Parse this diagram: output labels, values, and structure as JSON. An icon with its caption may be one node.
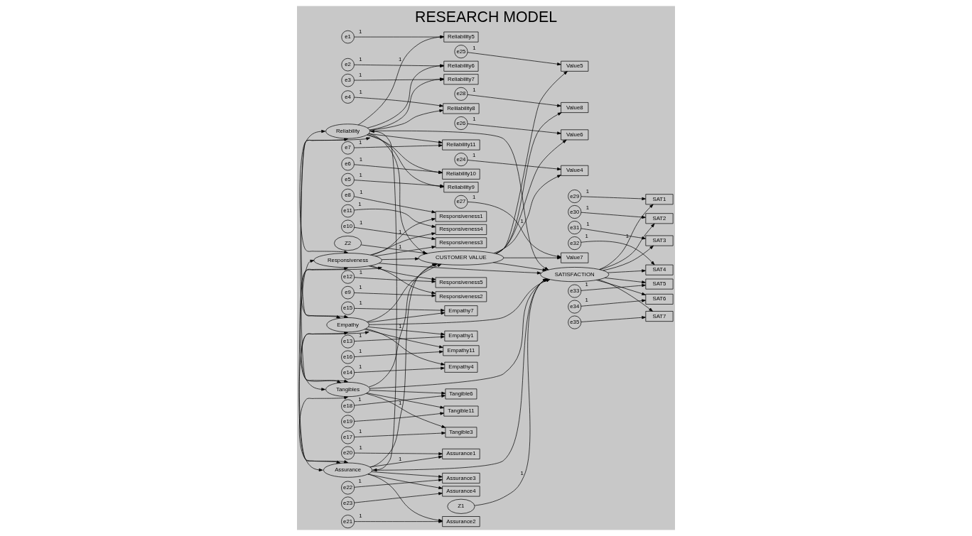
{
  "diagram": {
    "title": "RESEARCH MODEL",
    "nodes": [
      {
        "text": [
          "Reliability5"
        ]
      },
      {
        "text": [
          "Reliability6"
        ]
      },
      {
        "text": [
          "Reliability7"
        ]
      },
      {
        "text": [
          "Relilability8"
        ]
      },
      {
        "text": [
          "Reliability9"
        ]
      },
      {
        "text": [
          "Reliability10"
        ]
      },
      {
        "text": [
          "Reliability11"
        ]
      },
      {
        "text": [
          "Responsiveness1"
        ]
      },
      {
        "text": [
          "Responsiveness2"
        ]
      },
      {
        "text": [
          "Responsiveness3"
        ]
      },
      {
        "text": [
          "Responsiveness4"
        ]
      },
      {
        "text": [
          "Responsiveness5"
        ]
      },
      {
        "text": [
          "Empathy1"
        ]
      },
      {
        "text": [
          "Empathy4"
        ]
      },
      {
        "text": [
          "Empathy7"
        ]
      },
      {
        "text": [
          "Empathy11"
        ]
      },
      {
        "text": [
          "Tangible3"
        ]
      },
      {
        "text": [
          "Tangible6"
        ]
      },
      {
        "text": [
          "Tangible11"
        ]
      },
      {
        "text": [
          "Assurance1"
        ]
      },
      {
        "text": [
          "Assurance2"
        ]
      },
      {
        "text": [
          "Assurance3"
        ]
      },
      {
        "text": [
          "Assurance4"
        ]
      },
      {
        "text": [
          "Value4"
        ]
      },
      {
        "text": [
          "Value5"
        ]
      },
      {
        "text": [
          "Value6"
        ]
      },
      {
        "text": [
          "Value7"
        ]
      },
      {
        "text": [
          "Value8"
        ]
      },
      {
        "text": [
          "SAT1"
        ]
      },
      {
        "text": [
          "SAT2"
        ]
      },
      {
        "text": [
          "SAT3"
        ]
      },
      {
        "text": [
          "SAT4"
        ]
      },
      {
        "text": [
          "SAT5"
        ]
      },
      {
        "text": [
          "SAT6"
        ]
      },
      {
        "text": [
          "SAT7"
        ]
      },
      {
        "text": [
          "Reliability"
        ]
      },
      {
        "text": [
          "Responsiveness"
        ]
      },
      {
        "text": [
          "Empathy"
        ]
      },
      {
        "text": [
          "Tangibles"
        ]
      },
      {
        "text": [
          "Assurance"
        ]
      },
      {
        "text": [
          "CUSTOMER VALUE"
        ]
      },
      {
        "text": [
          "SATISFACTION"
        ]
      },
      {
        "text": [
          "Z2"
        ]
      },
      {
        "text": [
          "Z1"
        ]
      },
      {
        "text": [
          "e1"
        ]
      },
      {
        "text": [
          "e2"
        ]
      },
      {
        "text": [
          "e3"
        ]
      },
      {
        "text": [
          "e4"
        ]
      },
      {
        "text": [
          "e5"
        ]
      },
      {
        "text": [
          "e6"
        ]
      },
      {
        "text": [
          "e7"
        ]
      },
      {
        "text": [
          "e8"
        ]
      },
      {
        "text": [
          "e9"
        ]
      },
      {
        "text": [
          "e10"
        ]
      },
      {
        "text": [
          "e11"
        ]
      },
      {
        "text": [
          "e12"
        ]
      },
      {
        "text": [
          "e13"
        ]
      },
      {
        "text": [
          "e14"
        ]
      },
      {
        "text": [
          "e15"
        ]
      },
      {
        "text": [
          "e16"
        ]
      },
      {
        "text": [
          "e17"
        ]
      },
      {
        "text": [
          "e18"
        ]
      },
      {
        "text": [
          "e19"
        ]
      },
      {
        "text": [
          "e20"
        ]
      },
      {
        "text": [
          "e21"
        ]
      },
      {
        "text": [
          "e22"
        ]
      },
      {
        "text": [
          "e23"
        ]
      },
      {
        "text": [
          "e24"
        ]
      },
      {
        "text": [
          "e25"
        ]
      },
      {
        "text": [
          "e26"
        ]
      },
      {
        "text": [
          "e27"
        ]
      },
      {
        "text": [
          "e28"
        ]
      },
      {
        "text": [
          "e29"
        ]
      },
      {
        "text": [
          "e30"
        ]
      },
      {
        "text": [
          "e31"
        ]
      },
      {
        "text": [
          "e32"
        ]
      },
      {
        "text": [
          "e33"
        ]
      },
      {
        "text": [
          "e34"
        ]
      },
      {
        "text": [
          "e35"
        ]
      }
    ],
    "edges": [
      {
        "from": 44,
        "to": 0,
        "arrow": "to",
        "label": "1"
      },
      {
        "from": 45,
        "to": 1,
        "arrow": "to",
        "label": "1"
      },
      {
        "from": 46,
        "to": 2,
        "arrow": "to",
        "label": "1"
      },
      {
        "from": 47,
        "to": 3,
        "arrow": "to",
        "label": "1"
      },
      {
        "from": 48,
        "to": 4,
        "arrow": "to",
        "label": "1"
      },
      {
        "from": 49,
        "to": 5,
        "arrow": "to",
        "label": "1"
      },
      {
        "from": 50,
        "to": 6,
        "arrow": "to",
        "label": "1"
      },
      {
        "from": 51,
        "to": 7,
        "arrow": "to",
        "label": "1"
      },
      {
        "from": 52,
        "to": 8,
        "arrow": "to",
        "label": "1"
      },
      {
        "from": 53,
        "to": 9,
        "arrow": "to",
        "label": "1"
      },
      {
        "from": 54,
        "to": 10,
        "arrow": "to",
        "label": "1"
      },
      {
        "from": 55,
        "to": 11,
        "arrow": "to",
        "label": "1"
      },
      {
        "from": 56,
        "to": 12,
        "arrow": "to",
        "label": "1"
      },
      {
        "from": 57,
        "to": 13,
        "arrow": "to",
        "label": "1"
      },
      {
        "from": 58,
        "to": 14,
        "arrow": "to",
        "label": "1"
      },
      {
        "from": 59,
        "to": 15,
        "arrow": "to",
        "label": "1"
      },
      {
        "from": 60,
        "to": 16,
        "arrow": "to",
        "label": "1"
      },
      {
        "from": 61,
        "to": 17,
        "arrow": "to",
        "label": "1"
      },
      {
        "from": 62,
        "to": 18,
        "arrow": "to"
      },
      {
        "from": 63,
        "to": 19,
        "arrow": "to",
        "label": "1"
      },
      {
        "from": 64,
        "to": 20,
        "arrow": "to",
        "label": "1"
      },
      {
        "from": 65,
        "to": 21,
        "arrow": "to",
        "label": "1"
      },
      {
        "from": 66,
        "to": 22,
        "arrow": "to"
      },
      {
        "from": 67,
        "to": 23,
        "arrow": "to",
        "label": "1"
      },
      {
        "from": 68,
        "to": 24,
        "arrow": "to",
        "label": "1"
      },
      {
        "from": 69,
        "to": 25,
        "arrow": "to",
        "label": "1"
      },
      {
        "from": 70,
        "to": 26,
        "arrow": "to",
        "label": "1"
      },
      {
        "from": 71,
        "to": 27,
        "arrow": "to",
        "label": "1"
      },
      {
        "from": 72,
        "to": 28,
        "arrow": "to",
        "label": "1"
      },
      {
        "from": 73,
        "to": 29,
        "arrow": "to",
        "label": "1"
      },
      {
        "from": 74,
        "to": 30,
        "arrow": "to",
        "label": "1"
      },
      {
        "from": 75,
        "to": 31,
        "arrow": "to",
        "label": "1"
      },
      {
        "from": 76,
        "to": 32,
        "arrow": "to",
        "label": "1"
      },
      {
        "from": 77,
        "to": 33,
        "arrow": "to",
        "label": "1"
      },
      {
        "from": 78,
        "to": 34,
        "arrow": "to"
      },
      {
        "from": 35,
        "to": 0,
        "arrow": "to",
        "label": "1"
      },
      {
        "from": 35,
        "to": 1,
        "arrow": "to"
      },
      {
        "from": 35,
        "to": 2,
        "arrow": "to"
      },
      {
        "from": 35,
        "to": 3,
        "arrow": "to"
      },
      {
        "from": 35,
        "to": 4,
        "arrow": "to"
      },
      {
        "from": 35,
        "to": 5,
        "arrow": "to"
      },
      {
        "from": 35,
        "to": 6,
        "arrow": "to"
      },
      {
        "from": 36,
        "to": 7,
        "arrow": "to",
        "label": "1"
      },
      {
        "from": 36,
        "to": 8,
        "arrow": "to"
      },
      {
        "from": 36,
        "to": 9,
        "arrow": "to"
      },
      {
        "from": 36,
        "to": 10,
        "arrow": "to"
      },
      {
        "from": 36,
        "to": 11,
        "arrow": "to"
      },
      {
        "from": 37,
        "to": 12,
        "arrow": "to",
        "label": "1"
      },
      {
        "from": 37,
        "to": 13,
        "arrow": "to"
      },
      {
        "from": 37,
        "to": 14,
        "arrow": "to"
      },
      {
        "from": 37,
        "to": 15,
        "arrow": "to"
      },
      {
        "from": 38,
        "to": 16,
        "arrow": "to",
        "label": "1"
      },
      {
        "from": 38,
        "to": 17,
        "arrow": "to"
      },
      {
        "from": 38,
        "to": 18,
        "arrow": "to"
      },
      {
        "from": 39,
        "to": 19,
        "arrow": "to",
        "label": "1"
      },
      {
        "from": 39,
        "to": 20,
        "arrow": "to"
      },
      {
        "from": 39,
        "to": 21,
        "arrow": "to"
      },
      {
        "from": 39,
        "to": 22,
        "arrow": "to"
      },
      {
        "from": 40,
        "to": 23,
        "arrow": "to",
        "label": "1"
      },
      {
        "from": 40,
        "to": 24,
        "arrow": "to"
      },
      {
        "from": 40,
        "to": 25,
        "arrow": "to"
      },
      {
        "from": 40,
        "to": 26,
        "arrow": "to"
      },
      {
        "from": 40,
        "to": 27,
        "arrow": "to"
      },
      {
        "from": 41,
        "to": 28,
        "arrow": "to",
        "label": "1"
      },
      {
        "from": 41,
        "to": 29,
        "arrow": "to"
      },
      {
        "from": 41,
        "to": 30,
        "arrow": "to"
      },
      {
        "from": 41,
        "to": 31,
        "arrow": "to"
      },
      {
        "from": 41,
        "to": 32,
        "arrow": "to"
      },
      {
        "from": 41,
        "to": 33,
        "arrow": "to"
      },
      {
        "from": 41,
        "to": 34,
        "arrow": "to"
      },
      {
        "from": 35,
        "to": 40,
        "arrow": "to"
      },
      {
        "from": 36,
        "to": 40,
        "arrow": "to"
      },
      {
        "from": 37,
        "to": 40,
        "arrow": "to"
      },
      {
        "from": 38,
        "to": 40,
        "arrow": "to"
      },
      {
        "from": 39,
        "to": 40,
        "arrow": "to"
      },
      {
        "from": 35,
        "to": 41,
        "arrow": "to"
      },
      {
        "from": 36,
        "to": 41,
        "arrow": "to"
      },
      {
        "from": 37,
        "to": 41,
        "arrow": "to"
      },
      {
        "from": 38,
        "to": 41,
        "arrow": "to"
      },
      {
        "from": 39,
        "to": 41,
        "arrow": "to"
      },
      {
        "from": 40,
        "to": 41,
        "arrow": "to"
      },
      {
        "from": 42,
        "to": 40,
        "arrow": "to",
        "label": "1"
      },
      {
        "from": 43,
        "to": 41,
        "arrow": "to",
        "label": "1"
      },
      {
        "from": 35,
        "to": 36,
        "arrow": "both"
      },
      {
        "from": 35,
        "to": 37,
        "arrow": "both"
      },
      {
        "from": 35,
        "to": 38,
        "arrow": "both"
      },
      {
        "from": 35,
        "to": 39,
        "arrow": "both"
      },
      {
        "from": 36,
        "to": 37,
        "arrow": "both"
      },
      {
        "from": 36,
        "to": 38,
        "arrow": "both"
      },
      {
        "from": 36,
        "to": 39,
        "arrow": "both"
      },
      {
        "from": 37,
        "to": 38,
        "arrow": "both"
      },
      {
        "from": 37,
        "to": 39,
        "arrow": "both"
      },
      {
        "from": 38,
        "to": 39,
        "arrow": "both"
      }
    ]
  }
}
